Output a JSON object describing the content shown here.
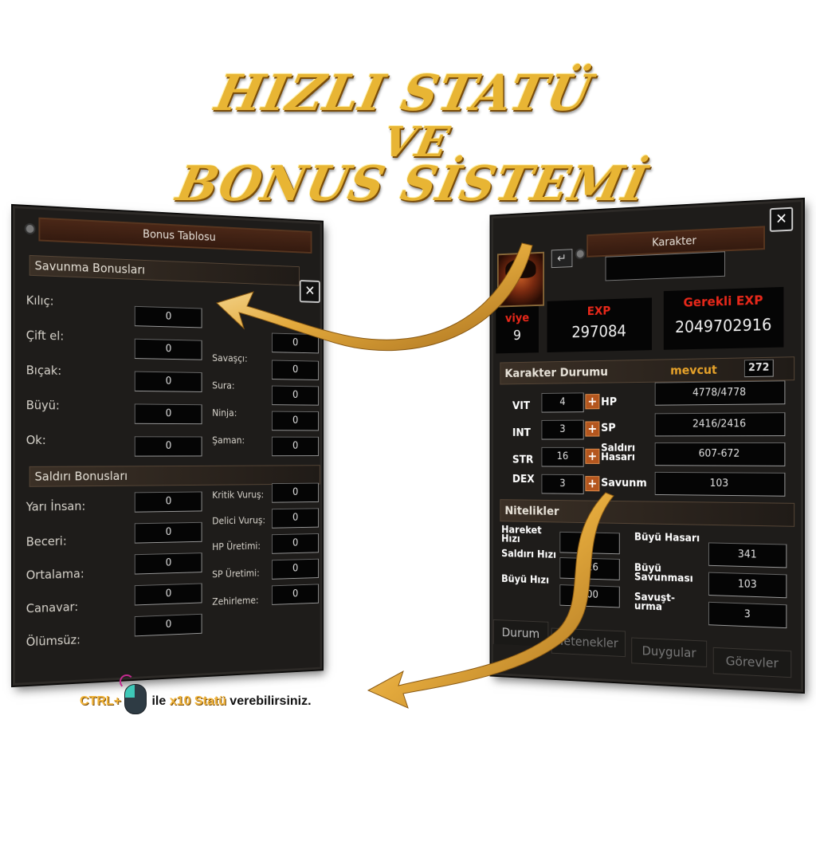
{
  "title": {
    "line1": "HIZLI STATÜ",
    "line2": "VE",
    "line3": "BONUS SİSTEMİ"
  },
  "bonus_window": {
    "title": "Bonus Tablosu",
    "close": "✕",
    "defense_header": "Savunma Bonusları",
    "defense_left": [
      {
        "label": "Kılıç:",
        "value": "0"
      },
      {
        "label": "Çift el:",
        "value": "0"
      },
      {
        "label": "Bıçak:",
        "value": "0"
      },
      {
        "label": "Büyü:",
        "value": "0"
      },
      {
        "label": "Ok:",
        "value": "0"
      }
    ],
    "defense_right": [
      {
        "label": "",
        "value": "0"
      },
      {
        "label": "Savaşçı:",
        "value": "0"
      },
      {
        "label": "Sura:",
        "value": "0"
      },
      {
        "label": "Ninja:",
        "value": "0"
      },
      {
        "label": "Şaman:",
        "value": "0"
      }
    ],
    "attack_header": "Saldırı Bonusları",
    "attack_left": [
      {
        "label": "Yarı İnsan:",
        "value": "0"
      },
      {
        "label": "Beceri:",
        "value": "0"
      },
      {
        "label": "Ortalama:",
        "value": "0"
      },
      {
        "label": "Canavar:",
        "value": "0"
      },
      {
        "label": "Ölümsüz:",
        "value": "0"
      }
    ],
    "attack_right": [
      {
        "label": "Kritik Vuruş:",
        "value": "0"
      },
      {
        "label": "Delici Vuruş:",
        "value": "0"
      },
      {
        "label": "HP Üretimi:",
        "value": "0"
      },
      {
        "label": "SP Üretimi:",
        "value": "0"
      },
      {
        "label": "Zehirleme:",
        "value": "0"
      }
    ]
  },
  "char_window": {
    "title": "Karakter",
    "close": "✕",
    "back": "↵",
    "level_label": "viye",
    "level_value": "9",
    "exp_label": "EXP",
    "exp_value": "297084",
    "req_exp_label": "Gerekli EXP",
    "req_exp_value": "2049702916",
    "status_header": "Karakter Durumu",
    "available_label": "mevcut",
    "available_value": "272",
    "stats": [
      {
        "label": "VIT",
        "value": "4",
        "plus": "+",
        "right_label": "HP",
        "right_value": "4778/4778"
      },
      {
        "label": "INT",
        "value": "3",
        "plus": "+",
        "right_label": "SP",
        "right_value": "2416/2416"
      },
      {
        "label": "STR",
        "value": "16",
        "plus": "+",
        "right_label": "Saldırı Hasarı",
        "right_value": "607-672"
      },
      {
        "label": "DEX",
        "value": "3",
        "plus": "+",
        "right_label": "Savunm",
        "right_value": "103"
      }
    ],
    "attributes_header": "Nitelikler",
    "attr_left": [
      {
        "label": "Hareket Hızı",
        "value": "1"
      },
      {
        "label": "Saldırı Hızı",
        "value": "126"
      },
      {
        "label": "Büyü Hızı",
        "value": "100"
      }
    ],
    "attr_right": [
      {
        "label": "Büyü Hasarı",
        "value": "341"
      },
      {
        "label": "Büyü Savunması",
        "value": "103"
      },
      {
        "label": "Savuşt-urma",
        "value": "3"
      }
    ],
    "tabs": [
      "Durum",
      "Yetenekler",
      "Duygular",
      "Görevler"
    ]
  },
  "hint": {
    "ctrl": "CTRL+",
    "ile": "ile",
    "x10": "x10 Statü",
    "rest": "verebilirsiniz."
  },
  "colors": {
    "gold": "#e8b534",
    "red": "#e8281a",
    "orange": "#e6a22a"
  }
}
